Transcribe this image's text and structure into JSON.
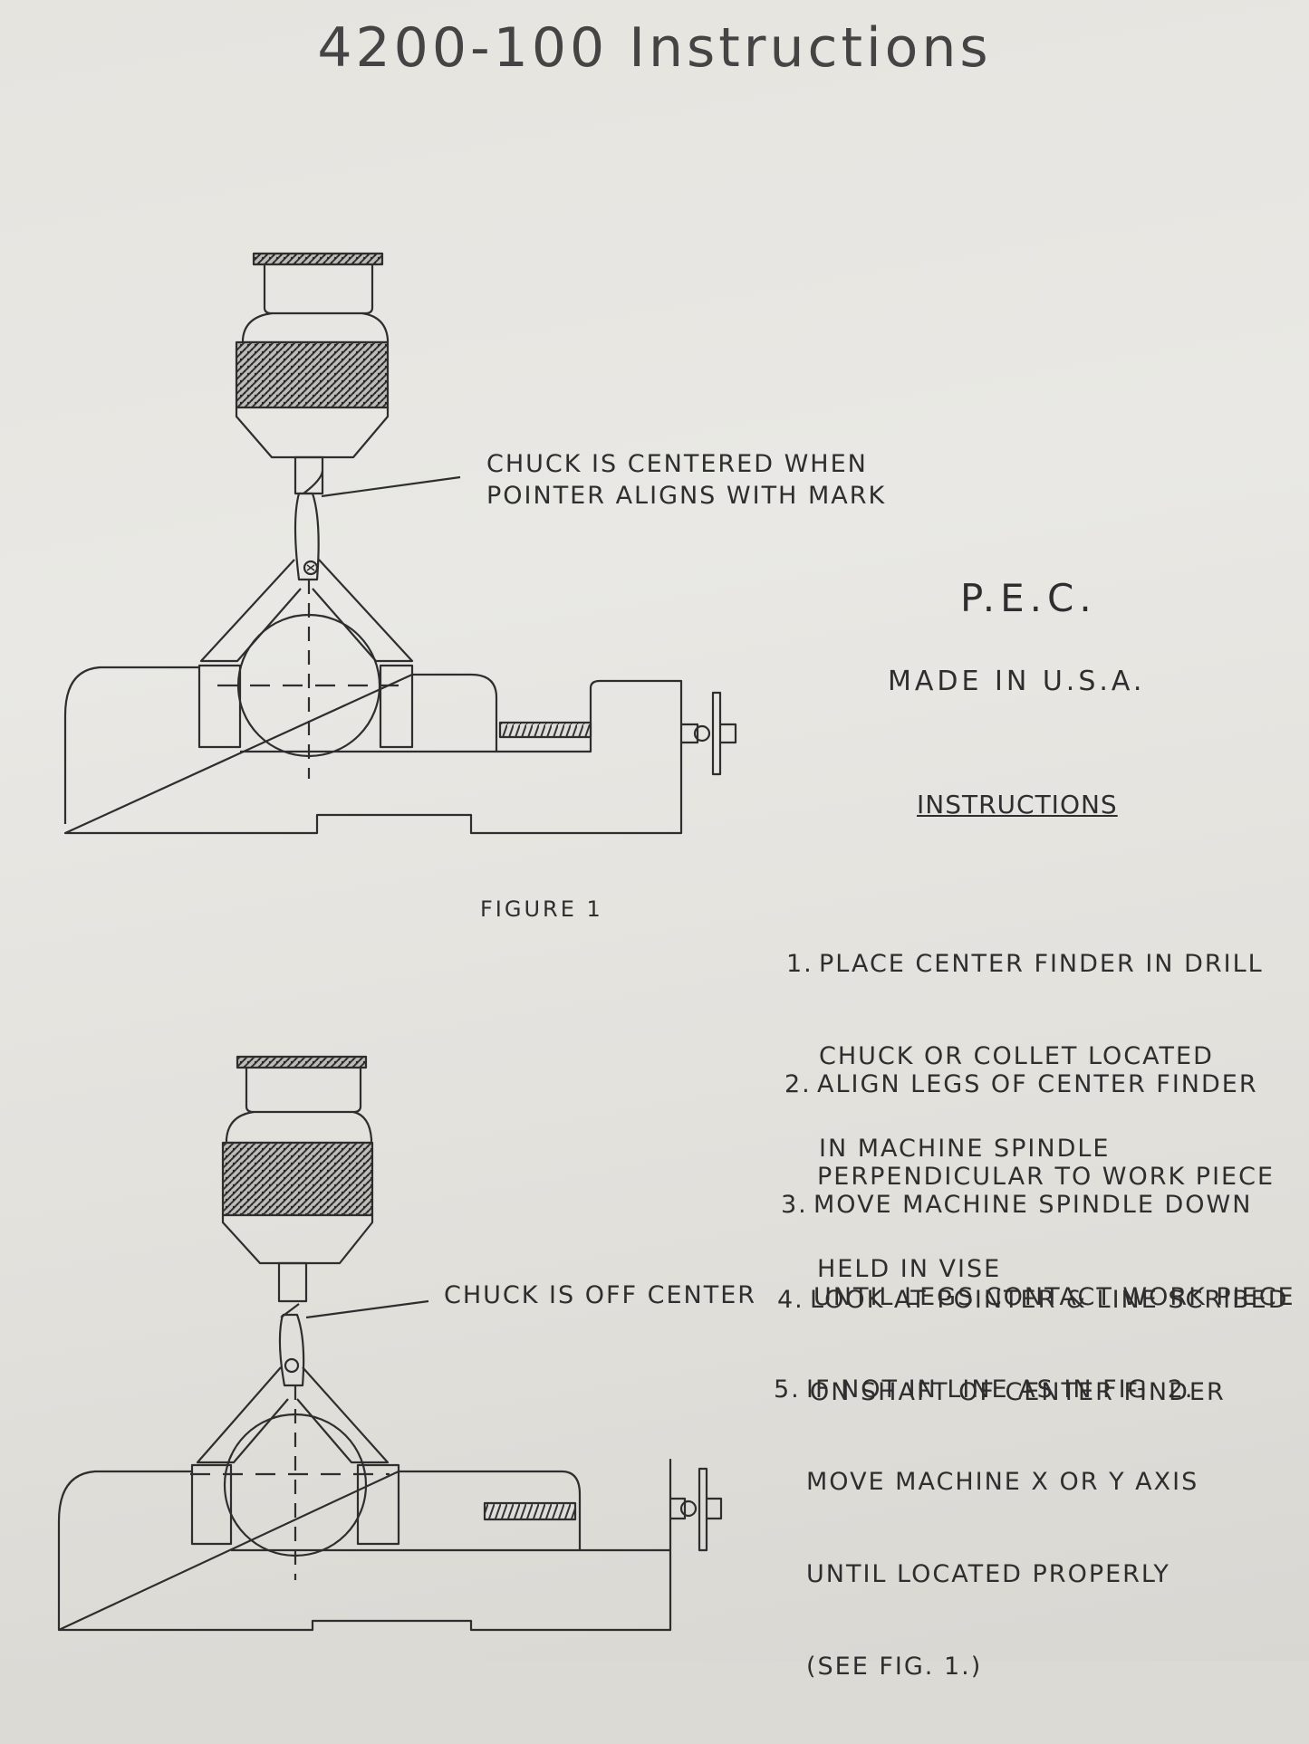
{
  "document": {
    "title": "4200-100 Instructions",
    "brand": "P.E.C.",
    "made_in": "MADE IN U.S.A.",
    "instructions_heading": "INSTRUCTIONS",
    "figure_1": {
      "caption": "FIGURE 1",
      "callout_line1": "CHUCK IS CENTERED WHEN",
      "callout_line2": "POINTER ALIGNS WITH MARK"
    },
    "figure_2": {
      "callout": "CHUCK IS OFF CENTER"
    },
    "steps": [
      {
        "number": "1.",
        "lines": [
          "PLACE CENTER FINDER IN DRILL",
          "CHUCK OR COLLET LOCATED",
          "IN MACHINE SPINDLE"
        ]
      },
      {
        "number": "2.",
        "lines": [
          "ALIGN LEGS OF CENTER FINDER",
          "PERPENDICULAR TO WORK PIECE",
          "HELD IN VISE"
        ]
      },
      {
        "number": "3.",
        "lines": [
          "MOVE MACHINE SPINDLE DOWN",
          "UNTIL LEGS CONTACT WORK PIECE"
        ]
      },
      {
        "number": "4.",
        "lines": [
          "LOOK AT POINTER & LINE SCRIBED",
          "ON SHAFT OF CENTER FINDER"
        ]
      },
      {
        "number": "5.",
        "lines": [
          "IF NOT IN LINE AS IN FIG. 2.",
          "MOVE MACHINE X OR Y AXIS",
          "UNTIL LOCATED PROPERLY",
          "(SEE FIG. 1.)"
        ]
      }
    ]
  },
  "colors": {
    "paper": "#e8e7e3",
    "ink": "#2e2e2e"
  }
}
